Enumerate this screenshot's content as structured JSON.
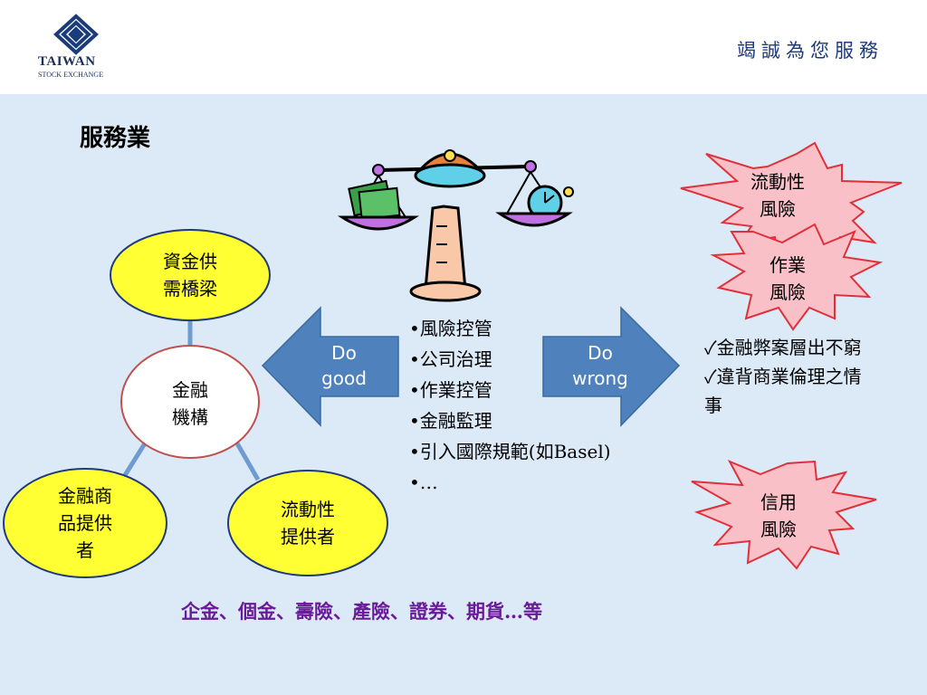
{
  "logo": {
    "name": "TAIWAN",
    "sub": "STOCK EXCHANGE"
  },
  "slogan": "竭誠為您服務",
  "title": "服務業",
  "nodes": {
    "top": "資金供\n需橋梁",
    "center": "金融\n機構",
    "left": "金融商\n品提供\n者",
    "right": "流動性\n提供者"
  },
  "arrows": {
    "good": "Do\ngood",
    "wrong": "Do\nwrong"
  },
  "bullets": [
    "•風險控管",
    "•公司治理",
    "•作業控管",
    "•金融監理",
    "•引入國際規範(如Basel)",
    "•…"
  ],
  "checks": [
    "✓金融弊案層出不窮",
    "✓違背商業倫理之情事"
  ],
  "stars": {
    "liquidity": "流動性\n風險",
    "operation": "作業\n風險",
    "credit": "信用\n風險"
  },
  "footer": "企金、個金、壽險、產險、證券、期貨…等",
  "colors": {
    "ellipse_fill": "#ffff33",
    "arrow_fill": "#4f81bd",
    "star_fill": "#f9c0c8",
    "star_stroke": "#e0303a",
    "connector": "#6f9bd1",
    "center_stroke": "#c0504d"
  }
}
